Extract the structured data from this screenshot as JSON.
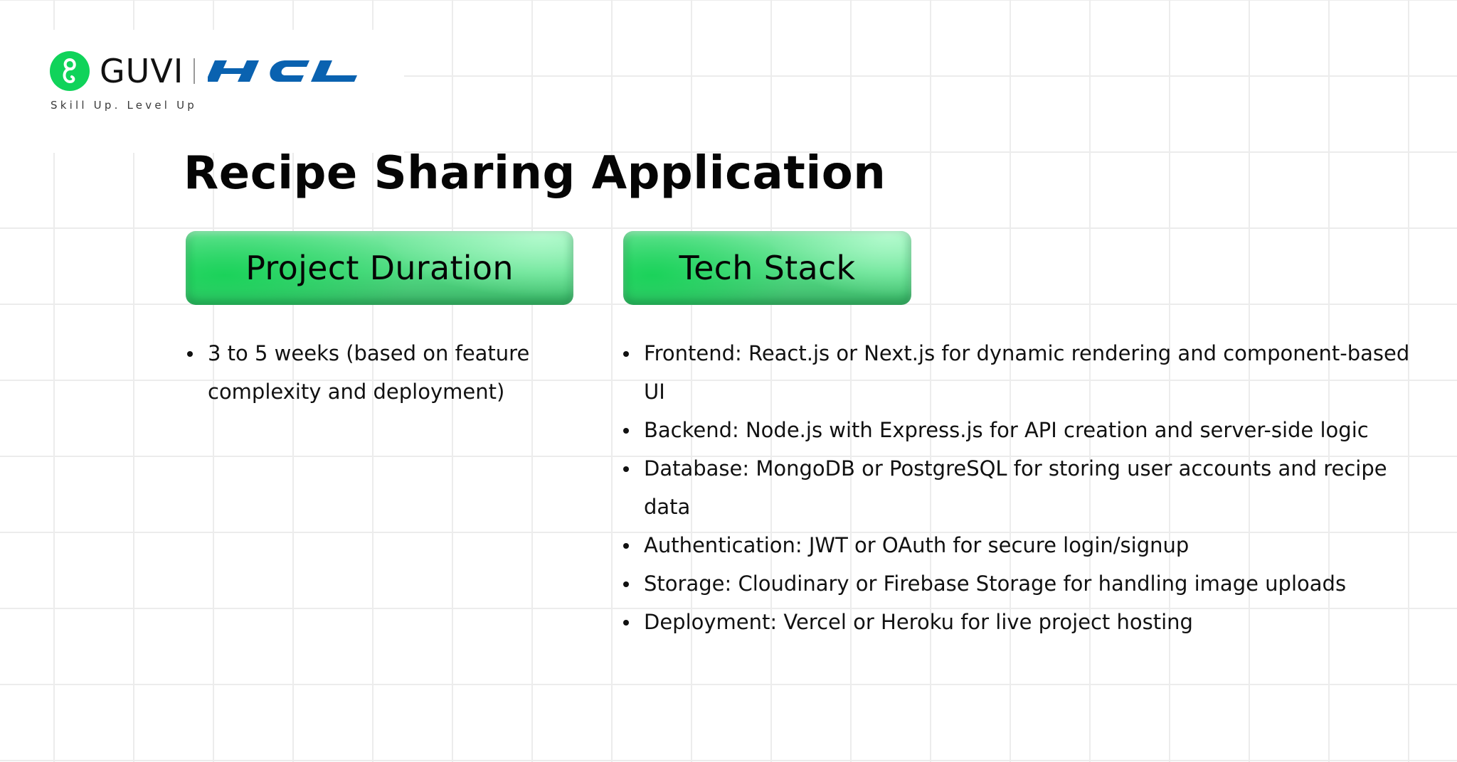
{
  "brand": {
    "name": "GUVI",
    "partner": "HCL",
    "tagline": "Skill Up. Level Up",
    "colors": {
      "guvi_green": "#10d35a",
      "hcl_blue": "#0a62b0"
    }
  },
  "slide": {
    "title": "Recipe Sharing Application",
    "sections": [
      {
        "heading": "Project Duration",
        "bullets": [
          "3 to 5 weeks (based on feature complexity and deployment)"
        ]
      },
      {
        "heading": "Tech Stack",
        "bullets": [
          "Frontend: React.js or Next.js for dynamic rendering and component-based UI",
          "Backend: Node.js with Express.js for API creation and server-side logic",
          "Database: MongoDB or PostgreSQL for storing user accounts and recipe data",
          "Authentication: JWT or OAuth for secure login/signup",
          "Storage: Cloudinary or Firebase Storage for handling image uploads",
          "Deployment: Vercel or Heroku for live project hosting"
        ]
      }
    ],
    "colors": {
      "heading_pill_green": "#52dc84",
      "grid_line": "#ececec",
      "text": "#111111"
    }
  }
}
